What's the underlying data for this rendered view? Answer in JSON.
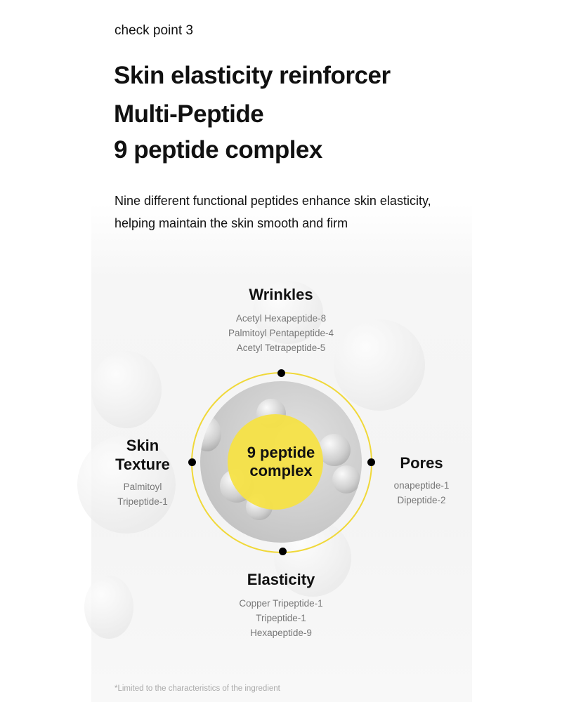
{
  "header": {
    "eyebrow": "check point 3",
    "titles": [
      "Skin elasticity reinforcer",
      "Multi-Peptide",
      "9 peptide complex"
    ],
    "description": [
      "Nine different functional peptides enhance skin elasticity,",
      "helping maintain the skin smooth and firm"
    ]
  },
  "diagram": {
    "center": [
      "9 peptide",
      "complex"
    ],
    "wrinkles": {
      "label": "Wrinkles",
      "ingredients": [
        "Acetyl Hexapeptide-8",
        "Palmitoyl Pentapeptide-4",
        "Acetyl Tetrapeptide-5"
      ]
    },
    "skin_texture": {
      "label": [
        "Skin",
        "Texture"
      ],
      "ingredients": [
        "Palmitoyl",
        "Tripeptide-1"
      ]
    },
    "pores": {
      "label": "Pores",
      "ingredients": [
        "onapeptide-1",
        "Dipeptide-2"
      ]
    },
    "elasticity": {
      "label": "Elasticity",
      "ingredients": [
        "Copper Tripeptide-1",
        "Tripeptide-1",
        "Hexapeptide-9"
      ]
    },
    "accent": "#f5e246"
  },
  "footnote": "*Limited to the characteristics of the ingredient"
}
